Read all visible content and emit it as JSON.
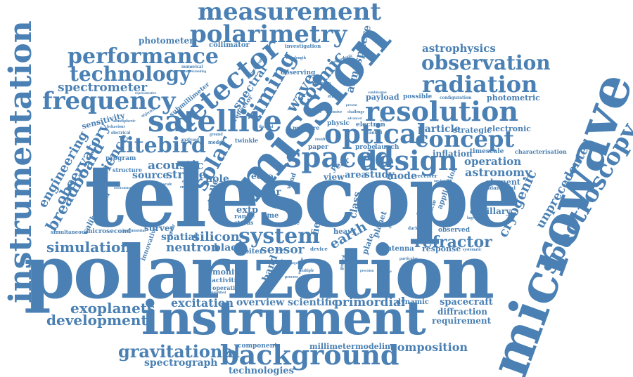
{
  "colors": {
    "word": "#4a80b3",
    "background": "#ffffff"
  },
  "words": {
    "telescope": "telescope",
    "polarization": "polarization",
    "instrument": "instrument",
    "microwave": "microwave",
    "mission": "mission",
    "instrumentation": "instrumentation",
    "background": "background",
    "satellite": "satellite",
    "resolution": "resolution",
    "spectroscopy": "spectroscopy",
    "measurement": "measurement",
    "polarimetry": "polarimetry",
    "detector": "detector",
    "performance": "performance",
    "technology": "technology",
    "frequency": "frequency",
    "optical": "optical",
    "design": "design",
    "concept": "concept",
    "radiation": "radiation",
    "observation": "observation",
    "litebird": "litebird",
    "system": "system",
    "spaced": "spaced",
    "solar": "solar",
    "gravitational": "gravitational",
    "exoplanets": "exoplanets",
    "development": "development",
    "simulation": "simulation",
    "spectrometer": "spectrometer",
    "breadboard": "breadboard",
    "observatory": "observatory",
    "engineering": "engineering",
    "science": "science",
    "timing": "timing",
    "cosmic": "cosmic",
    "wave": "wave",
    "atmosphere": "atmosphere",
    "astrophysics": "astrophysics",
    "spectral": "spectral",
    "refractor": "refractor",
    "silicon": "silicon",
    "neutron": "neutron",
    "spatial": "spatial",
    "sensor": "sensor",
    "earth": "earth",
    "cryogenic": "cryogenic",
    "unprecedented": "unprecedented",
    "astronomy": "astronomy",
    "operation": "operation",
    "excitation": "excitation",
    "overview": "overview",
    "scientific": "scientific",
    "primordial": "primordial",
    "composition": "composition",
    "spectrograph": "spectrograph",
    "technologies": "technologies",
    "millimeter": "millimeter",
    "modeling": "modeling",
    "component": "component",
    "spacecraft": "spacecraft",
    "diffraction": "diffraction",
    "requirement": "requirement",
    "dynamic": "dynamic",
    "acoustic": "acoustic",
    "strobe": "strobe",
    "source": "source",
    "particle": "particle",
    "strategic": "strategic",
    "electronic": "electronic",
    "inflation": "inflation",
    "timescale": "timescale",
    "photometric": "photometric",
    "characterisation": "characterisation",
    "capillary": "capillary",
    "element": "element",
    "fundamental": "fundamental",
    "response": "response",
    "observed": "observed",
    "antenna": "antenna",
    "survey": "survey",
    "calibration": "calibration",
    "microsecond": "microsecond",
    "simultaneous": "simultaneous",
    "innovative": "innovative",
    "monitor": "monitor",
    "activities": "activities",
    "operating": "operating",
    "black": "black",
    "orbiter": "orbiter",
    "device": "device",
    "band": "band",
    "energy": "energy",
    "photometer": "photometer",
    "collimator": "collimator",
    "investigation": "investigation",
    "sensitivity": "sensitivity",
    "program": "program",
    "structure": "structure",
    "submillimeter": "submillimeter",
    "reflector": "reflector",
    "observing": "observing",
    "payload": "payload",
    "possible": "possible",
    "configuration": "configuration",
    "electron": "electron",
    "physic": "physic",
    "measure": "measure",
    "twinkle": "twinkle",
    "paper": "paper",
    "probe": "probe",
    "launch": "launch",
    "area": "area",
    "study": "study",
    "mode": "mode",
    "receiver": "receiver",
    "view": "view",
    "year": "year",
    "hole": "hole",
    "middle": "middle",
    "star": "star",
    "echo": "echo",
    "time": "time",
    "extp": "extp",
    "range": "range",
    "status": "status",
    "field": "field",
    "class": "class",
    "plate": "plate",
    "planet": "planet",
    "heavy": "heavy",
    "rocket": "rocket",
    "vehicle": "vehicle",
    "application": "application",
    "target": "target",
    "loft": "loft",
    "wind": "wind",
    "suite": "suite",
    "numerical": "numerical",
    "understanding": "understanding",
    "experiment": "experiment",
    "effective": "effective",
    "extensive": "extensive",
    "explorer": "explorer",
    "challenge": "challenge",
    "control": "control",
    "prediction": "prediction",
    "wavelength": "wavelength",
    "spectroscopic": "spectroscopic",
    "thermal": "thermal",
    "ground": "ground",
    "model": "model",
    "analysed": "analysed",
    "behaviour": "behaviour",
    "atmospheric": "atmospheric",
    "objective": "objective",
    "electrical": "electrical",
    "enhanced": "enhanced",
    "elegant": "elegant",
    "environment": "environment",
    "angular": "angular",
    "general": "general",
    "european": "european",
    "discovery": "discovery",
    "dark": "dark",
    "lagrangian": "lagrangian",
    "systematic": "systematic",
    "particular": "particular",
    "instrumental": "instrumental",
    "scale": "scale",
    "combination": "combination",
    "representative": "representative",
    "advanced": "advanced",
    "present": "present",
    "result": "result",
    "mechanical": "mechanical",
    "precision": "precision",
    "process": "process",
    "multiple": "multiple",
    "simplified": "simplified",
    "sample": "sample",
    "coverage": "coverage",
    "degree": "degree",
    "window": "window"
  }
}
